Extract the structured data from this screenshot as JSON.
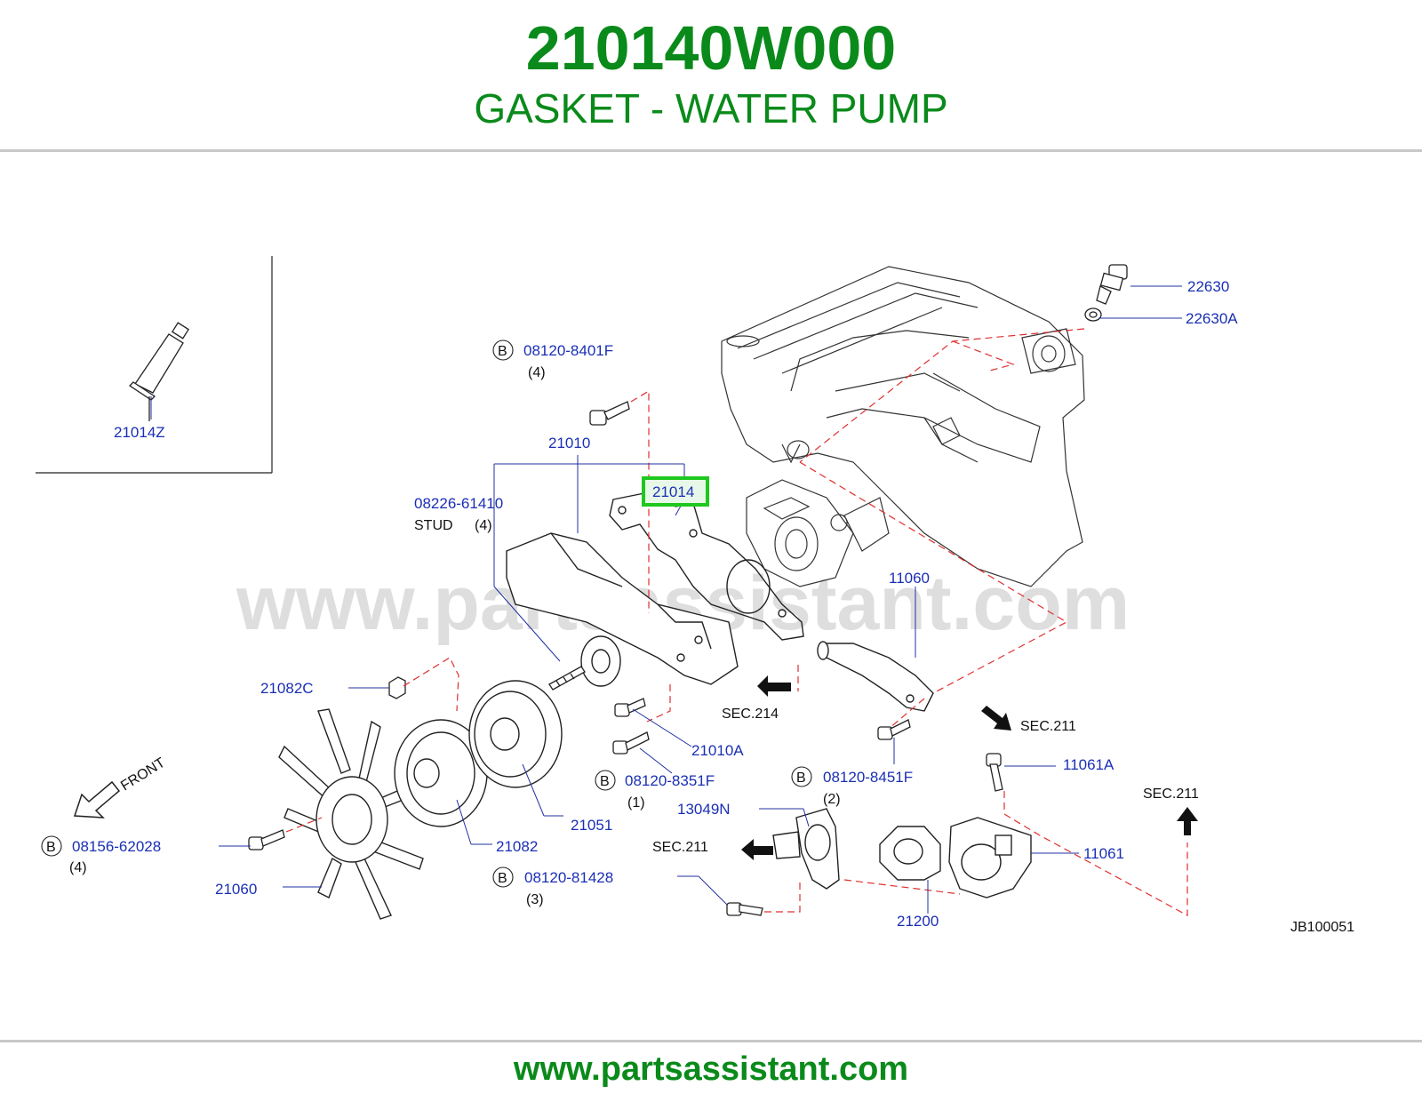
{
  "header": {
    "part_number": "210140W000",
    "part_name": "GASKET - WATER PUMP"
  },
  "watermark": "www.partsassistant.com",
  "footer": {
    "url": "www.partsassistant.com"
  },
  "diagram_code": "JB100051",
  "direction": {
    "front": "FRONT"
  },
  "colors": {
    "brand_green": "#0a8a1a",
    "part_blue": "#1a2fb4",
    "highlight": "#1ec81e",
    "leader_red": "#e03030"
  },
  "callouts": {
    "p21014Z": "21014Z",
    "p22630": "22630",
    "p22630A": "22630A",
    "p08120_8401F": "08120-8401F",
    "q4a": "(4)",
    "p21010": "21010",
    "p21014": "21014",
    "p08226_61410": "08226-61410",
    "stud": "STUD",
    "q4b": "(4)",
    "p11060": "11060",
    "p21082C": "21082C",
    "sec214": "SEC.214",
    "sec211a": "SEC.211",
    "p21010A": "21010A",
    "p08120_8351F": "08120-8351F",
    "q1": "(1)",
    "p08120_8451F": "08120-8451F",
    "q2": "(2)",
    "p11061A": "11061A",
    "p13049N": "13049N",
    "sec211b": "SEC.211",
    "sec211c": "SEC.211",
    "p11061": "11061",
    "p08156_62028": "08156-62028",
    "q4c": "(4)",
    "p21051": "21051",
    "p21082": "21082",
    "p08120_81428": "08120-81428",
    "q3": "(3)",
    "p21060": "21060",
    "p21200": "21200",
    "bolt_mark": "B"
  }
}
